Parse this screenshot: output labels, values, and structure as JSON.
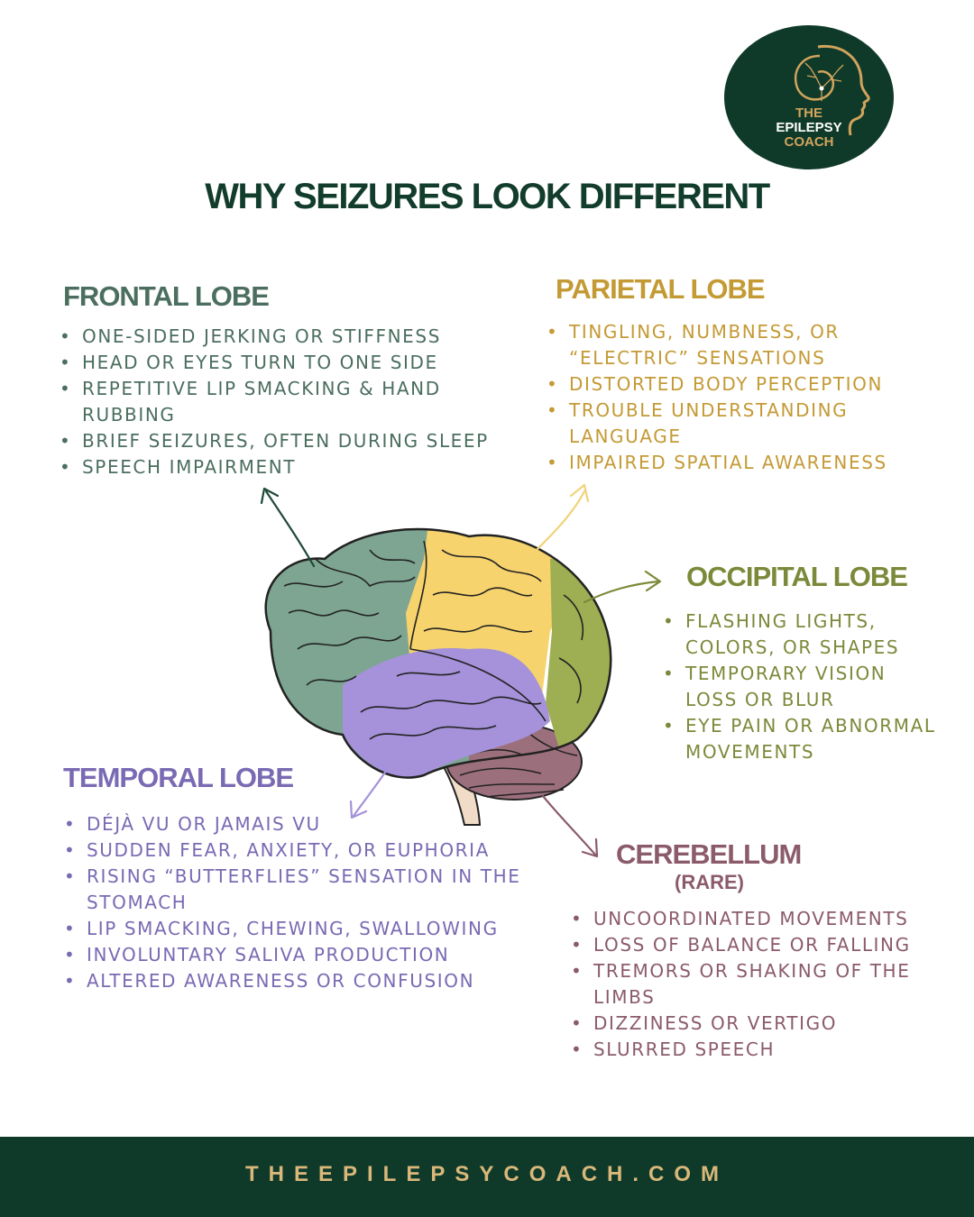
{
  "logo": {
    "line1": "THE",
    "line2": "EPILEPSY",
    "line3": "COACH"
  },
  "title": "WHY SEIZURES LOOK DIFFERENT",
  "colors": {
    "frontal": "#4b6e5f",
    "parietal": "#c49a35",
    "occipital": "#7b8a3a",
    "temporal": "#7a6ab3",
    "cerebellum": "#8b5b6a",
    "brand": "#0f3a2a",
    "gold": "#d1a45c"
  },
  "frontal": {
    "heading": "FRONTAL LOBE",
    "items": [
      "One-sided jerking or stiffness",
      "Head or eyes turn to one side",
      "Repetitive lip smacking & hand rubbing",
      "Brief seizures, often during sleep",
      "Speech impairment"
    ]
  },
  "parietal": {
    "heading": "PARIETAL LOBE",
    "items": [
      "Tingling, numbness, or “electric” sensations",
      "Distorted body perception",
      "Trouble understanding language",
      "Impaired spatial awareness"
    ]
  },
  "occipital": {
    "heading": "OCCIPITAL LOBE",
    "items": [
      "Flashing lights, colors, or shapes",
      "Temporary vision loss or blur",
      "Eye pain or abnormal movements"
    ]
  },
  "temporal": {
    "heading": "TEMPORAL LOBE",
    "items": [
      "Déjà vu or jamais vu",
      "Sudden fear, anxiety, or euphoria",
      "Rising “butterflies” sensation in the stomach",
      "Lip smacking, chewing, swallowing",
      "Involuntary saliva production",
      "Altered awareness or confusion"
    ]
  },
  "cerebellum": {
    "heading": "CEREBELLUM",
    "subheading": "(RARE)",
    "items": [
      "Uncoordinated movements",
      "Loss of balance or falling",
      "Tremors or shaking of the limbs",
      "Dizziness or vertigo",
      "Slurred speech"
    ]
  },
  "footer": {
    "url": "THEEPILEPSYCOACH.COM"
  }
}
